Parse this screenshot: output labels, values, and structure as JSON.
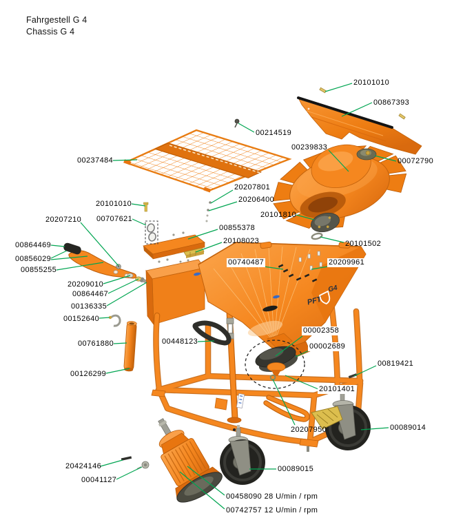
{
  "title": {
    "line1": "Fahrgestell G 4",
    "line2": "Chassis G 4"
  },
  "machine": {
    "logo_pft": "PFT",
    "logo_model": "G4"
  },
  "colors": {
    "leader_line_green": "#00A551",
    "machine_orange": "#F5871F",
    "machine_orange_dark": "#D96A0E",
    "label_text": "#000000",
    "brake_yellow": "#DCBE4E"
  },
  "labels": [
    {
      "text": "20101010"
    },
    {
      "text": "00867393"
    },
    {
      "text": "00214519"
    },
    {
      "text": "00239833"
    },
    {
      "text": "00072790"
    },
    {
      "text": "00237484"
    },
    {
      "text": "20207801"
    },
    {
      "text": "20206400"
    },
    {
      "text": "20101010"
    },
    {
      "text": "00707621"
    },
    {
      "text": "20207210"
    },
    {
      "text": "00855378"
    },
    {
      "text": "20108023"
    },
    {
      "text": "20101810"
    },
    {
      "text": "20101502"
    },
    {
      "text": "00864469"
    },
    {
      "text": "00856029"
    },
    {
      "text": "00855255"
    },
    {
      "text": "20209010"
    },
    {
      "text": "00864467"
    },
    {
      "text": "00136335"
    },
    {
      "text": "00152640"
    },
    {
      "text": "00761880"
    },
    {
      "text": "00126299"
    },
    {
      "text": "00740487"
    },
    {
      "text": "20209961"
    },
    {
      "text": "00002358"
    },
    {
      "text": "00002689"
    },
    {
      "text": "00448123"
    },
    {
      "text": "00819421"
    },
    {
      "text": "20101401"
    },
    {
      "text": "20207950"
    },
    {
      "text": "00089014"
    },
    {
      "text": "00089015"
    },
    {
      "text": "20424146"
    },
    {
      "text": "00041127"
    },
    {
      "text": "00458090 28 U/min / rpm"
    },
    {
      "text": "00742757 12 U/min / rpm"
    }
  ]
}
